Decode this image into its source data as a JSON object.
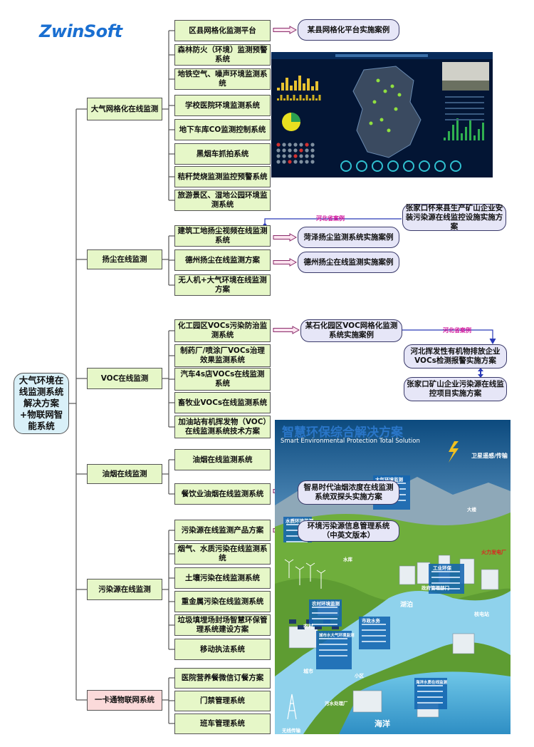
{
  "brand": {
    "logo_text": "ZwinSoft"
  },
  "root": {
    "label": "大气环境在线监测系统解决方案+物联网智能系统"
  },
  "categories": [
    {
      "label": "大气网格化在线监测",
      "items": [
        "区县网格化监测平台",
        "森林防火（环境）监测预警系统",
        "地铁空气、噪声环境监测系统",
        "学校医院环境监测系统",
        "地下车库CO监测控制系统",
        "黑烟车抓拍系统",
        "秸秆焚烧监测监控预警系统",
        "旅游景区、湿地公园环境监测系统"
      ]
    },
    {
      "label": "扬尘在线监测",
      "items": [
        "建筑工地扬尘视频在线监测系统",
        "德州扬尘在线监测方案",
        "无人机+大气环境在线监测方案"
      ]
    },
    {
      "label": "VOC在线监测",
      "items": [
        "化工园区VOCs污染防治监测系统",
        "制药厂/喷涂厂VOCs治理效果监测系统",
        "汽车4s店VOCs在线监测系统",
        "畜牧业VOCs在线监测系统",
        "加油站有机挥发物（VOC）在线监测系统技术方案"
      ]
    },
    {
      "label": "油烟在线监测",
      "items": [
        "油烟在线监测系统",
        "餐饮业油烟在线监测系统"
      ]
    },
    {
      "label": "污染源在线监测",
      "items": [
        "污染源在线监测产品方案",
        "烟气、水质污染在线监测系统",
        "土壤污染在线监测系统",
        "重金属污染在线监测系统",
        "垃圾填埋场封场智慧环保管理系统建设方案",
        "移动执法系统"
      ]
    },
    {
      "label": "一卡通物联网系统",
      "items": [
        "医院营养餐微信订餐方案",
        "门禁管理系统",
        "班车管理系统"
      ]
    }
  ],
  "cases": [
    "某县网格化平台实施案例",
    "张家口怀来县生产矿山企业安装污染源在线监控设施实施方案",
    "菏泽扬尘监测系统实施案例",
    "德州扬尘在线监测实施案例",
    "某石化园区VOC网格化监测系统实施案例",
    "河北挥发性有机物排放企业VOCs检测报警实施方案",
    "张家口矿山企业污染源在线监控项目实施方案",
    "智易时代油烟浓度在线监测系统双探头实施方案",
    "环境污染源信息管理系统（中英文版本）"
  ],
  "tags": {
    "hebei1": "河北省案例",
    "hebei2": "河北省案例"
  },
  "poster": {
    "title_cn": "智慧环保综合解决方案",
    "title_en": "Smart Environmental Protection Total Solution",
    "labels": [
      "卫星遥感/传输",
      "大气环境监测",
      "水质环境监测",
      "工业环保",
      "农村环境监测",
      "城市水大气环境监测",
      "市政水务",
      "海洋水质在线监测",
      "火力发电厂",
      "湖泊",
      "海洋",
      "农村",
      "城市",
      "核电站",
      "政府管理部门",
      "无线传输",
      "污水处理厂",
      "大楼",
      "小区",
      "水库"
    ]
  },
  "colors": {
    "item_fill": "#e6f7c8",
    "case_fill": "#e6e6f7",
    "pink_fill": "#fbdada",
    "tag": "#d0149b",
    "line": "#555555"
  }
}
